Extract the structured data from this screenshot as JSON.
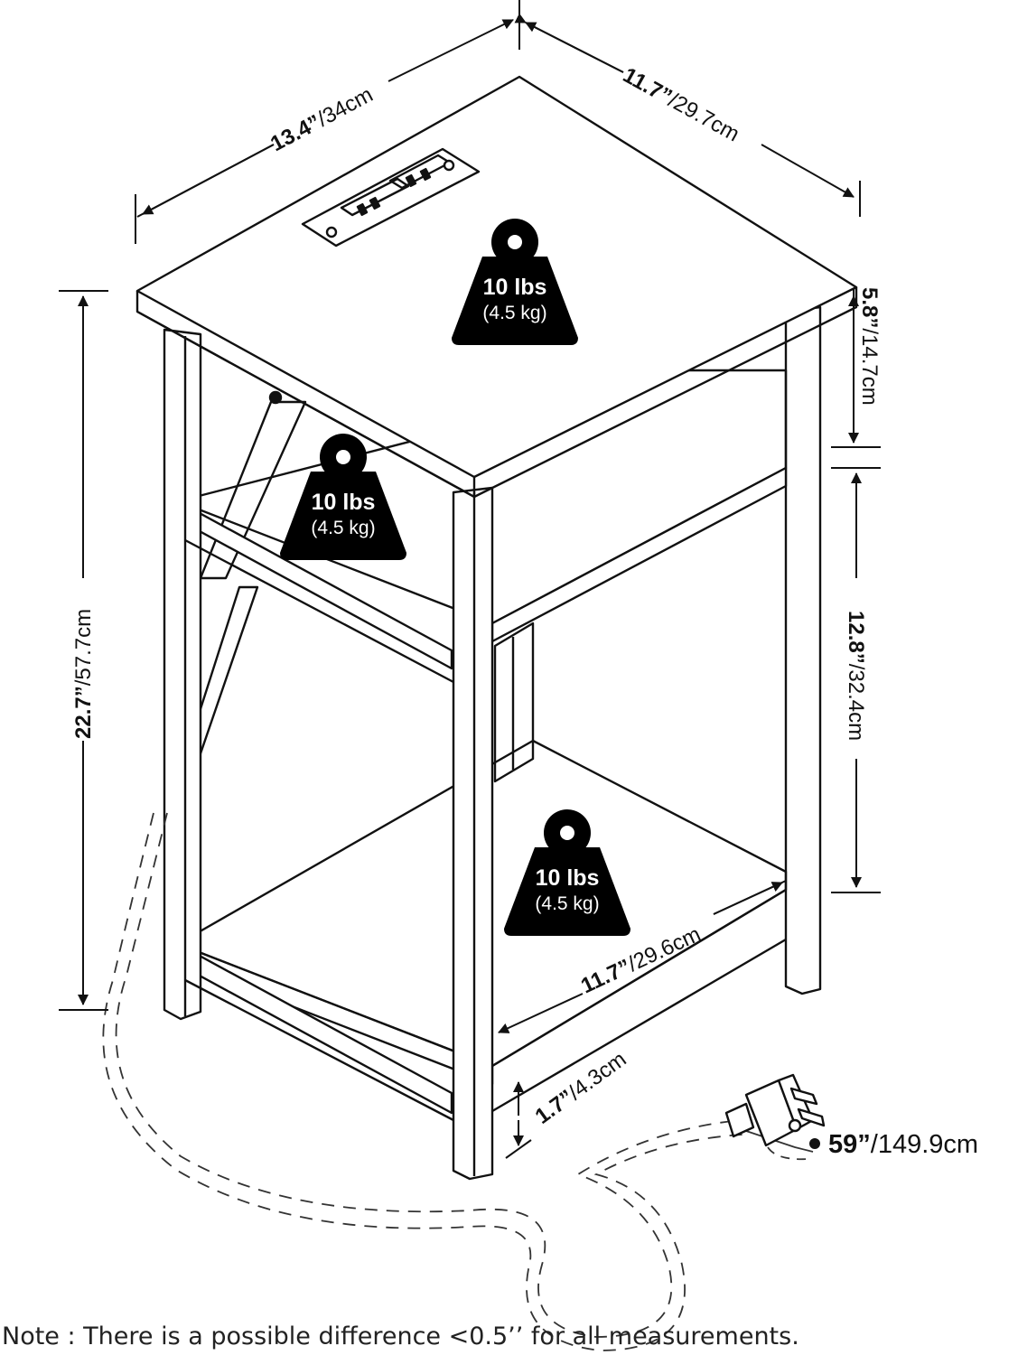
{
  "dimensions": {
    "top_width": {
      "imperial": "13.4”",
      "metric": "/34cm"
    },
    "top_depth": {
      "imperial": "11.7”",
      "metric": "/29.7cm"
    },
    "total_height": {
      "imperial": "22.7”",
      "metric": "/57.7cm"
    },
    "top_gap": {
      "imperial": "5.8”",
      "metric": "/14.7cm"
    },
    "middle_gap": {
      "imperial": "12.8”",
      "metric": "/32.4cm"
    },
    "bottom_depth": {
      "imperial": "11.7”",
      "metric": "/29.6cm"
    },
    "ground_clearance": {
      "imperial": "1.7”",
      "metric": "/4.3cm"
    },
    "cord_length": {
      "imperial": "59”",
      "metric": "/149.9cm"
    }
  },
  "weights": [
    {
      "lbs": "10 lbs",
      "kg": "(4.5 kg)"
    },
    {
      "lbs": "10 lbs",
      "kg": "(4.5 kg)"
    },
    {
      "lbs": "10 lbs",
      "kg": "(4.5 kg)"
    }
  ],
  "note": "Note : There is a possible difference <0.5’’ for all measurements."
}
